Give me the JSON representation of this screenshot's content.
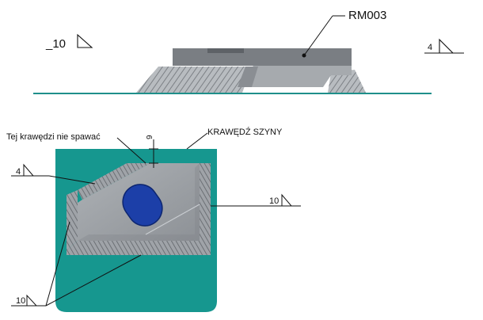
{
  "top_view": {
    "part_label": "RM003",
    "weld_left": "_10",
    "weld_right": "4"
  },
  "detail_view": {
    "no_weld_note": "Tej krawędzi nie spawać",
    "rail_edge": "KRAWĘDŹ SZYNY",
    "dim_top": "9",
    "weld_upper_left": "4",
    "weld_right": "10",
    "weld_lower_left": "10"
  },
  "colors": {
    "teal": "#16978f",
    "steel": "#9a9ea3",
    "steel_dark": "#6e7277",
    "oval": "#1c3fa8"
  }
}
